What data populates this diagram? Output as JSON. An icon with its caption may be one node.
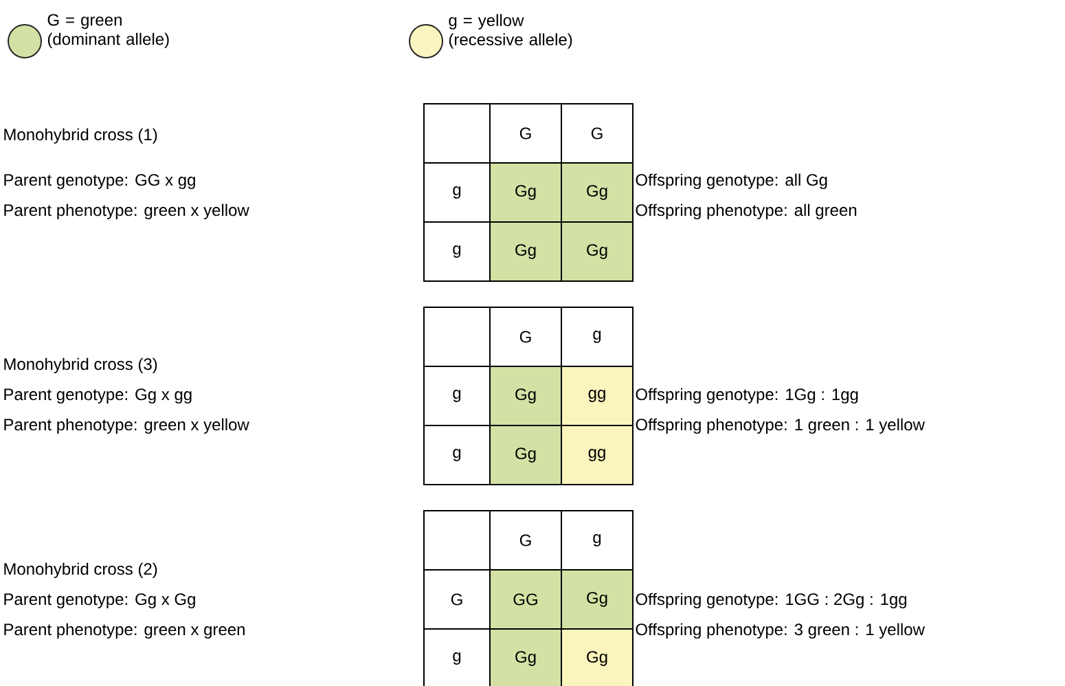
{
  "diagram": {
    "nodes": [
      {
        "text": [],
        "shape": "box"
      },
      {
        "text": [
          "G"
        ]
      },
      {
        "text": [
          "G"
        ]
      },
      {
        "text": [
          "g"
        ]
      },
      {
        "text": [
          "Gg"
        ]
      },
      {
        "text": [
          "Gg"
        ]
      },
      {
        "text": [
          "g"
        ]
      },
      {
        "text": [
          "Gg"
        ]
      },
      {
        "text": [
          "Gg"
        ]
      },
      {
        "text": [],
        "shape": "box"
      },
      {
        "text": [
          "G"
        ]
      },
      {
        "text": [
          "g"
        ]
      },
      {
        "text": [
          "g"
        ]
      },
      {
        "text": [
          "Gg"
        ]
      },
      {
        "text": [
          "gg"
        ]
      },
      {
        "text": [
          "g"
        ]
      },
      {
        "text": [
          "Gg"
        ]
      },
      {
        "text": [
          "gg"
        ]
      },
      {
        "text": [],
        "shape": "box"
      },
      {
        "text": [
          "G"
        ]
      },
      {
        "text": [
          "g"
        ]
      },
      {
        "text": [
          "G"
        ]
      },
      {
        "text": [
          "GG"
        ]
      },
      {
        "text": [
          "Gg"
        ]
      },
      {
        "text": [
          "g"
        ]
      },
      {
        "text": [
          "Gg"
        ]
      },
      {
        "text": [
          "Gg"
        ]
      }
    ],
    "labels": [
      "Monohybrid cross (1)",
      "Parent genotype: GG x gg",
      "Parent phenotype: green x yellow",
      "Offspring genotype: all Gg",
      "Offspring phenotype: all green",
      "Monohybrid cross (3)",
      "Parent genotype: Gg x gg",
      "Parent phenotype: green x yellow",
      "Offspring genotype: 1Gg : 1gg",
      "Offspring phenotype: 1 green : 1 yellow",
      "Monohybrid cross (2)",
      "Parent genotype: Gg x Gg",
      "Parent phenotype: green x green",
      "Offspring genotype: 1GG : 2Gg : 1gg",
      "Offspring phenotype: 3 green : 1 yellow"
    ],
    "legend": [
      {
        "text": "G = green (dominant allele)",
        "color": "#d3e2a4"
      },
      {
        "text": "g = yellow (recessive allele)",
        "color": "#fbf6bf"
      }
    ]
  }
}
